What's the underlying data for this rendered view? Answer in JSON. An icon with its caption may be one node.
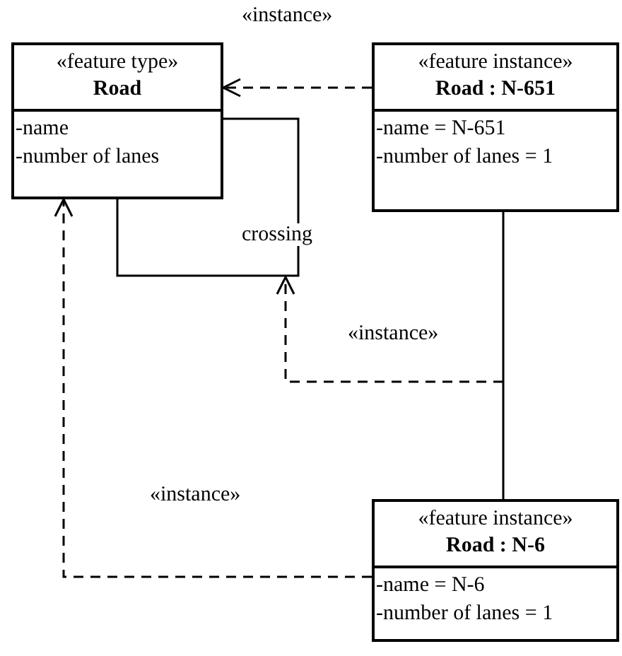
{
  "diagram": {
    "nodes": [
      {
        "text": [
          "«feature type»",
          "Road",
          "-name",
          "-number of lanes"
        ]
      },
      {
        "text": [
          "«feature instance»",
          "Road : N-651",
          "-name = N-651",
          "-number of lanes = 1"
        ]
      },
      {
        "text": [
          "«feature instance»",
          "Road : N-6",
          "-name = N-6",
          "-number of lanes = 1"
        ]
      }
    ],
    "edges": [
      {
        "from": 1,
        "to": 0,
        "arrow": "to",
        "label": "«instance»",
        "style": "dashed"
      },
      {
        "from": 0,
        "to": 0,
        "arrow": "none",
        "label": "crossing"
      },
      {
        "from": 1,
        "to": 2,
        "arrow": "none"
      },
      {
        "from": null,
        "to": 0,
        "arrow": "to",
        "label": "«instance»",
        "style": "dashed"
      },
      {
        "from": 2,
        "to": 0,
        "arrow": "to",
        "label": "«instance»",
        "style": "dashed"
      }
    ]
  }
}
